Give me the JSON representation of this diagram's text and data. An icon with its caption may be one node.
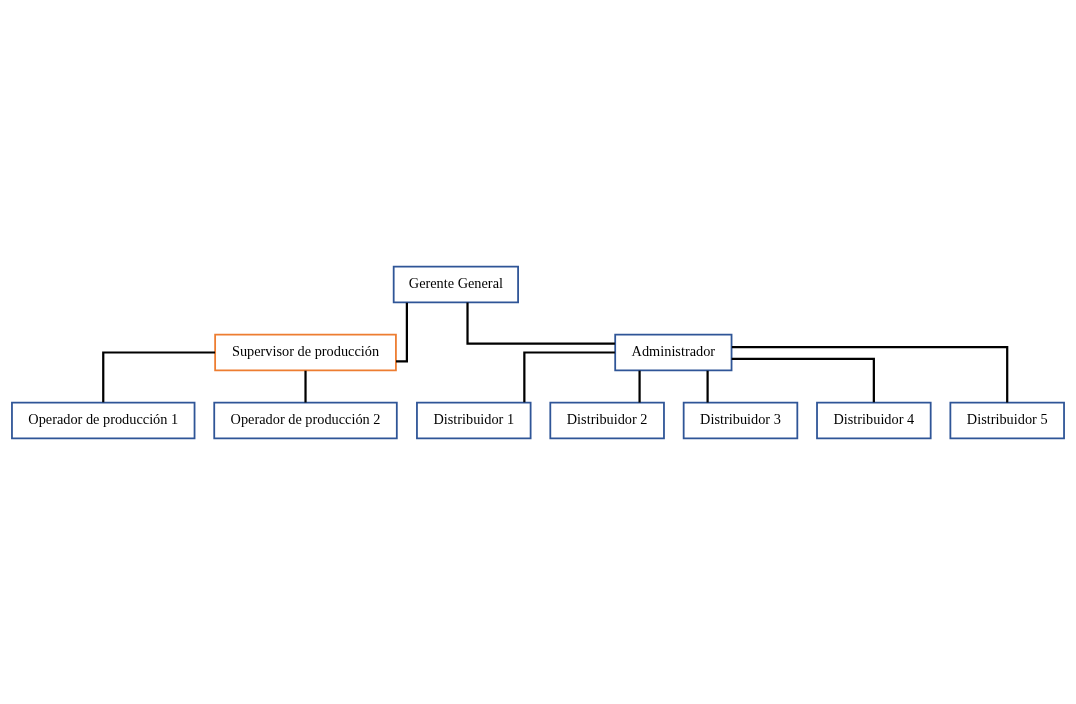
{
  "diagram": {
    "nodes": [
      {
        "text": [
          "Gerente General"
        ]
      },
      {
        "text": [
          "Supervisor de producción"
        ]
      },
      {
        "text": [
          "Administrador"
        ]
      },
      {
        "text": [
          "Operador de producción 1"
        ]
      },
      {
        "text": [
          "Operador de producción 2"
        ]
      },
      {
        "text": [
          "Distribuidor 1"
        ]
      },
      {
        "text": [
          "Distribuidor 2"
        ]
      },
      {
        "text": [
          "Distribuidor 3"
        ]
      },
      {
        "text": [
          "Distribuidor 4"
        ]
      },
      {
        "text": [
          "Distribuidor 5"
        ]
      }
    ],
    "edges": [
      {
        "from": 0,
        "to": 1,
        "arrow": "none"
      },
      {
        "from": 0,
        "to": 2,
        "arrow": "none"
      },
      {
        "from": 1,
        "to": 3,
        "arrow": "none"
      },
      {
        "from": 1,
        "to": 4,
        "arrow": "none"
      },
      {
        "from": 2,
        "to": 5,
        "arrow": "none"
      },
      {
        "from": 2,
        "to": 6,
        "arrow": "none"
      },
      {
        "from": 2,
        "to": 7,
        "arrow": "none"
      },
      {
        "from": 2,
        "to": 8,
        "arrow": "none"
      },
      {
        "from": 2,
        "to": 9,
        "arrow": "none"
      }
    ]
  }
}
